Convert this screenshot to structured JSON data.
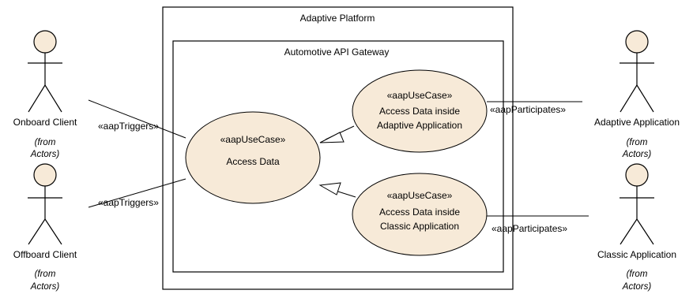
{
  "diagram": {
    "outer_boundary": {
      "title": "Adaptive Platform"
    },
    "inner_boundary": {
      "title": "Automotive API Gateway"
    },
    "actors": {
      "onboard": {
        "name": "Onboard Client",
        "from_line1": "(from",
        "from_line2": "Actors)"
      },
      "offboard": {
        "name": "Offboard Client",
        "from_line1": "(from",
        "from_line2": "Actors)"
      },
      "adaptive": {
        "name": "Adaptive Application",
        "from_line1": "(from",
        "from_line2": "Actors)"
      },
      "classic": {
        "name": "Classic Application",
        "from_line1": "(from",
        "from_line2": "Actors)"
      }
    },
    "use_cases": {
      "access_data": {
        "stereotype": "«aapUseCase»",
        "name_line1": "Access Data"
      },
      "access_adaptive": {
        "stereotype": "«aapUseCase»",
        "name_line1": "Access Data inside",
        "name_line2": "Adaptive Application"
      },
      "access_classic": {
        "stereotype": "«aapUseCase»",
        "name_line1": "Access Data inside",
        "name_line2": "Classic Application"
      }
    },
    "associations": {
      "onboard_trigger": "«aapTriggers»",
      "offboard_trigger": "«aapTriggers»",
      "adaptive_participates": "«aapParticipates»",
      "classic_participates": "«aapParticipates»"
    },
    "colors": {
      "usecase_fill": "#f7ead8",
      "actor_fill": "#f7ead8",
      "stroke": "#000000"
    }
  }
}
